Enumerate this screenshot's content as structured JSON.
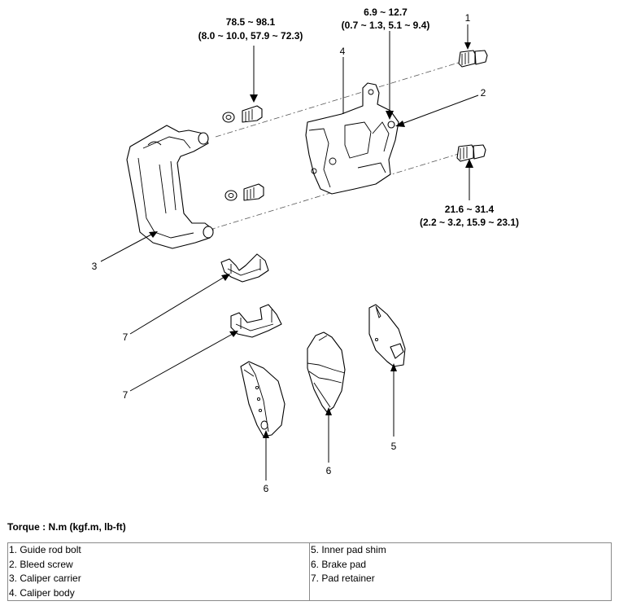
{
  "torque_specs": [
    {
      "id": "carrier_bolt",
      "nm": "78.5 ~ 98.1",
      "alt": "(8.0 ~ 10.0, 57.9 ~ 72.3)"
    },
    {
      "id": "bleed_screw",
      "nm": "6.9 ~ 12.7",
      "alt": "(0.7 ~ 1.3, 5.1 ~ 9.4)"
    },
    {
      "id": "guide_rod_bolt",
      "nm": "21.6 ~ 31.4",
      "alt": "(2.2 ~ 3.2, 15.9 ~ 23.1)"
    }
  ],
  "callouts": {
    "guide_rod_bolt": "1",
    "bleed_screw": "2",
    "caliper_carrier": "3",
    "caliper_body": "4",
    "inner_pad_shim": "5",
    "brake_pad_inner": "6",
    "brake_pad_outer": "6",
    "pad_retainer_upper": "7",
    "pad_retainer_lower": "7"
  },
  "torque_heading": "Torque : N.m (kgf.m, lb-ft)",
  "legend": {
    "left": [
      "1. Guide rod bolt",
      "2. Bleed screw",
      "3. Caliper carrier",
      "4. Caliper body"
    ],
    "right": [
      "5. Inner pad shim",
      "6. Brake pad",
      "7. Pad retainer"
    ]
  }
}
